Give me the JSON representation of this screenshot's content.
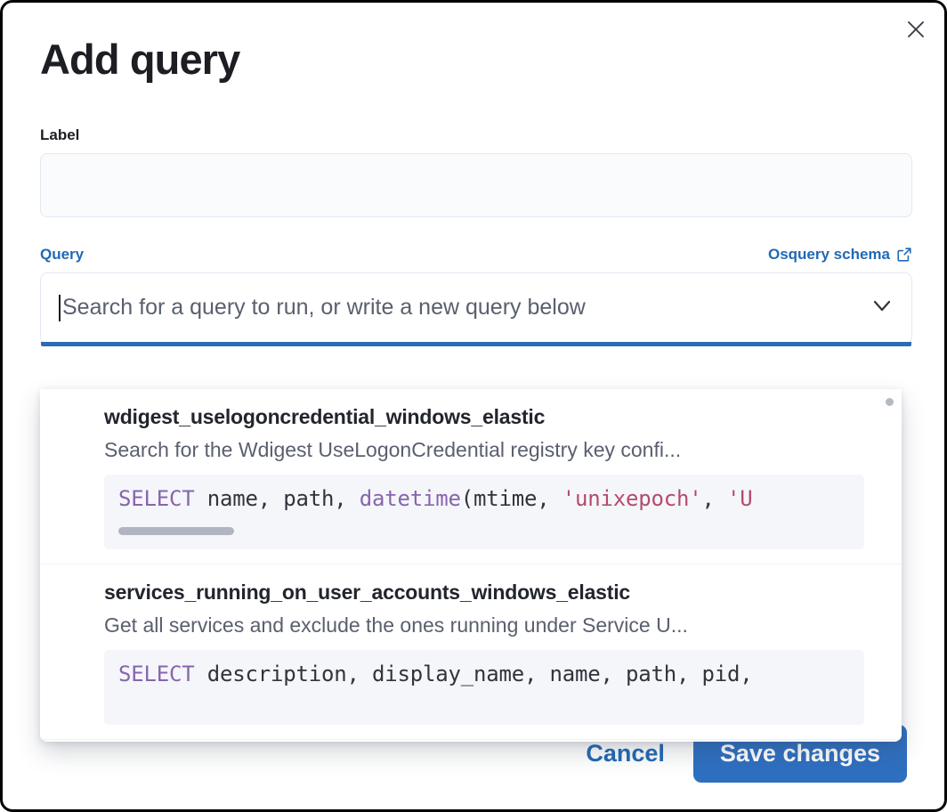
{
  "modal": {
    "title": "Add query",
    "close_icon": "close-icon"
  },
  "label_field": {
    "label": "Label",
    "value": "",
    "placeholder": ""
  },
  "query_field": {
    "label": "Query",
    "schema_link": "Osquery schema",
    "schema_link_icon": "external-link-icon",
    "combobox_value": "",
    "combobox_placeholder": "Search for a query to run, or write a new query below",
    "combobox_arrow_icon": "chevron-down-icon"
  },
  "dropdown": {
    "items": [
      {
        "title": "wdigest_uselogoncredential_windows_elastic",
        "description": "Search for the Wdigest UseLogonCredential registry key confi...",
        "code_tokens": [
          {
            "t": "SELECT",
            "c": "kw"
          },
          {
            "t": " name, path, ",
            "c": "pn"
          },
          {
            "t": "datetime",
            "c": "fn"
          },
          {
            "t": "(mtime, ",
            "c": "pn"
          },
          {
            "t": "'unixepoch'",
            "c": "str"
          },
          {
            "t": ", ",
            "c": "pn"
          },
          {
            "t": "'U",
            "c": "str"
          }
        ],
        "has_hscroll": true
      },
      {
        "title": "services_running_on_user_accounts_windows_elastic",
        "description": "Get all services and exclude the ones running under Service U...",
        "code_tokens": [
          {
            "t": "SELECT",
            "c": "kw"
          },
          {
            "t": " description, display_name, name, path, pid,",
            "c": "pn"
          }
        ],
        "has_hscroll": false
      }
    ]
  },
  "footer": {
    "cancel_label": "Cancel",
    "save_label": "Save changes"
  },
  "colors": {
    "accent_blue": "#2269b4",
    "primary_button": "#2f6fc0",
    "keyword_purple": "#8765ae",
    "string_rose": "#b34b6e",
    "text_dark": "#1d1e24",
    "text_muted": "#5a5f6e"
  }
}
